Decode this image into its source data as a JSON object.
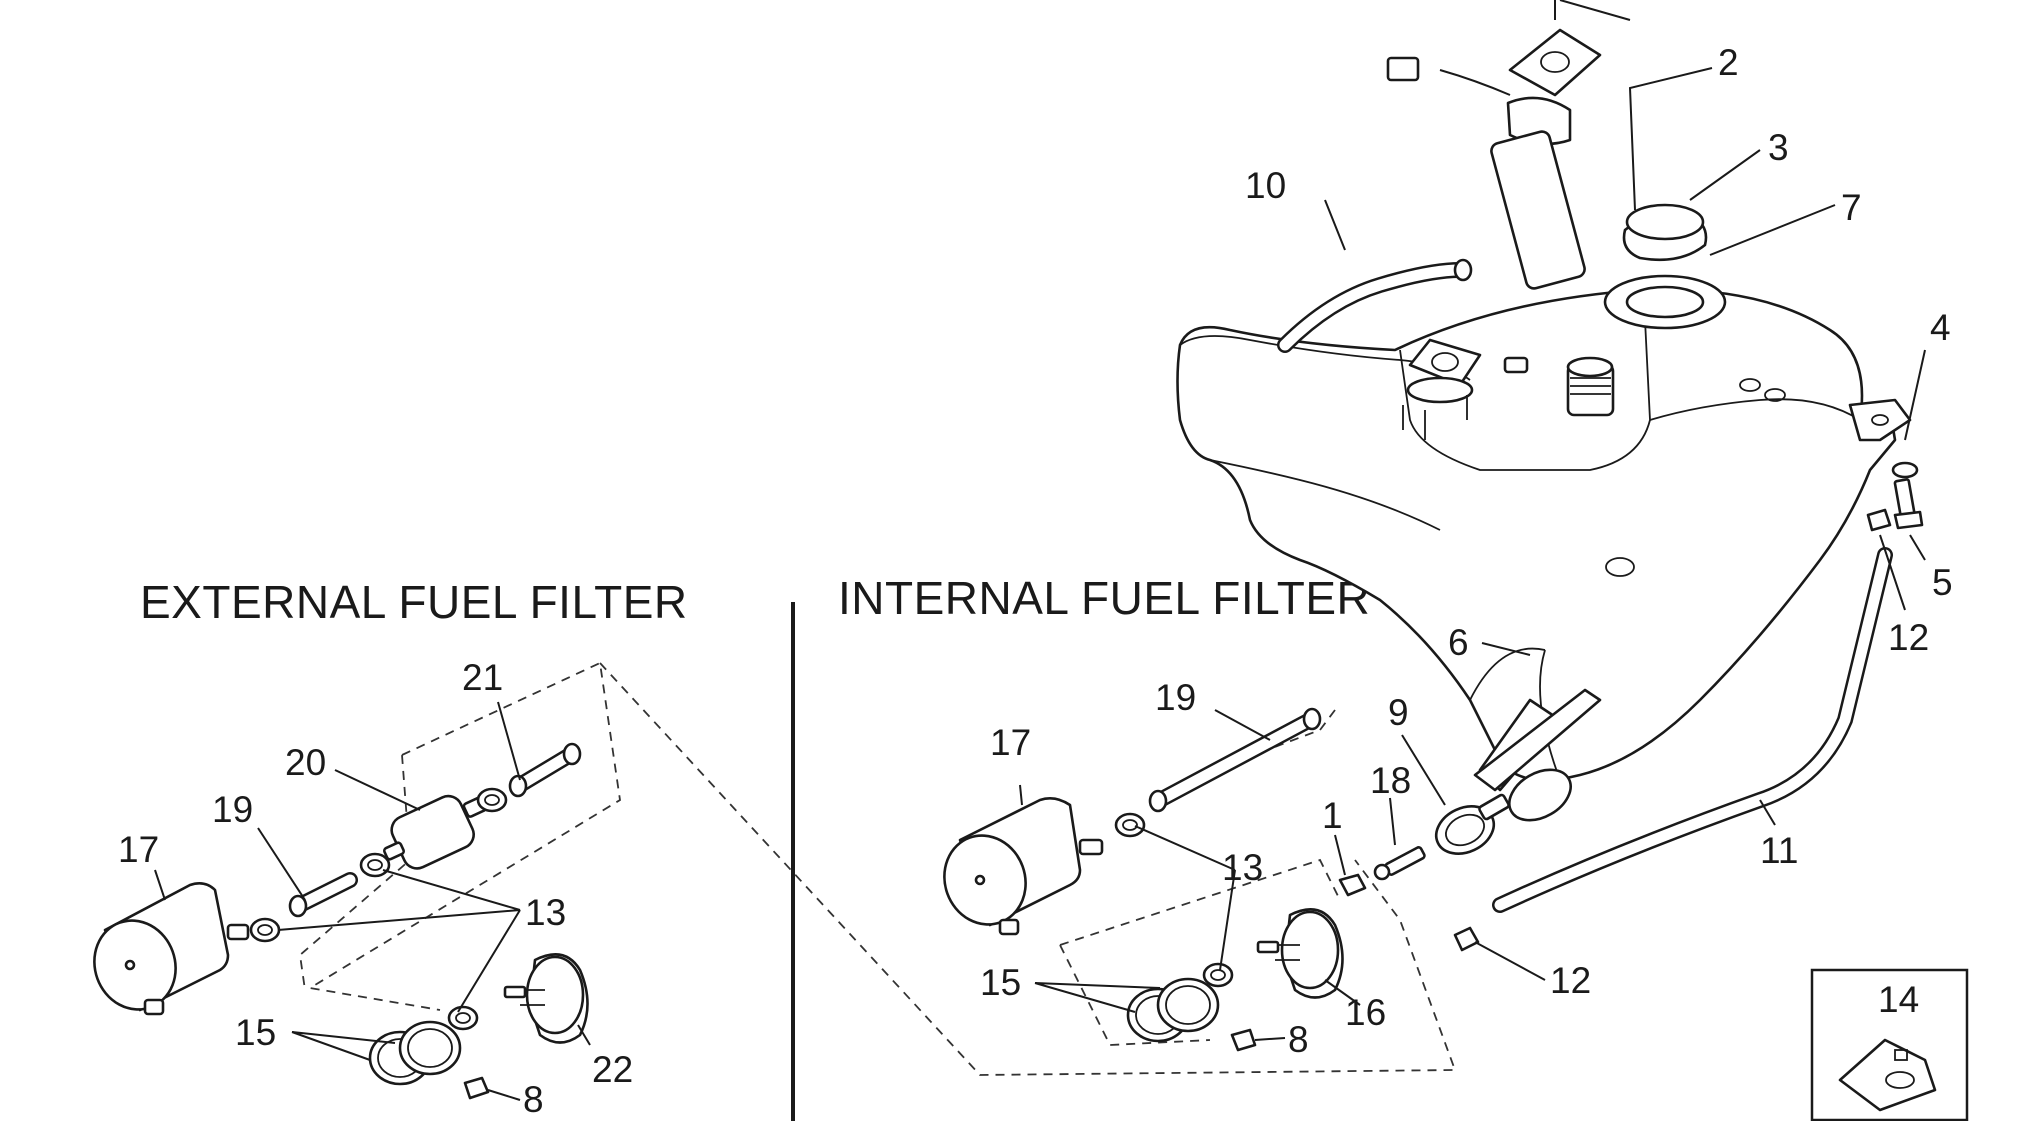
{
  "headings": {
    "external": "EXTERNAL FUEL FILTER",
    "internal": "INTERNAL FUEL FILTER"
  },
  "callouts": {
    "c2": "2",
    "c3": "3",
    "c7": "7",
    "c10": "10",
    "c4": "4",
    "c5": "5",
    "c12a": "12",
    "c6": "6",
    "c9": "9",
    "c19b": "19",
    "c17b": "17",
    "c18": "18",
    "c1": "1",
    "c13b": "13",
    "c15b": "15",
    "c16": "16",
    "c8b": "8",
    "c12b": "12",
    "c11": "11",
    "c14": "14",
    "c21": "21",
    "c20": "20",
    "c19a": "19",
    "c17a": "17",
    "c13a": "13",
    "c15a": "15",
    "c22": "22",
    "c8a": "8"
  }
}
